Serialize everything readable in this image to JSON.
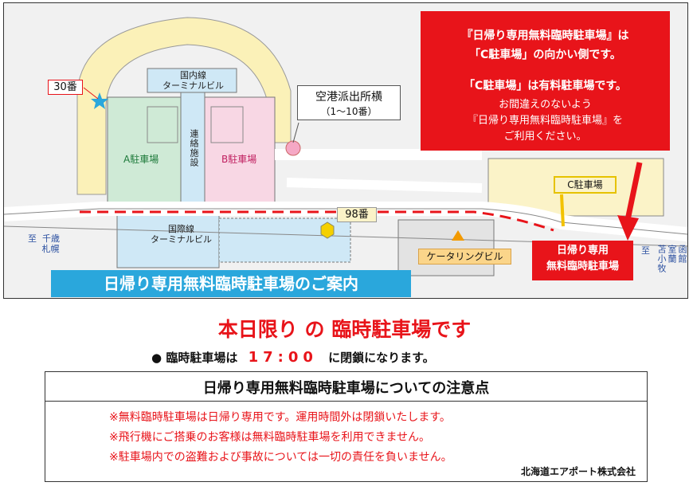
{
  "map": {
    "gate_30": "30番",
    "gate_98": "98番",
    "domestic_terminal": [
      "国内線",
      "ターミナルビル"
    ],
    "intl_terminal": [
      "国際線",
      "ターミナルビル"
    ],
    "connector": "連絡施設",
    "parking_a": "A駐車場",
    "parking_b": "B駐車場",
    "parking_c": "C駐車場",
    "police_box": [
      "空港派出所横",
      "（1～10番）"
    ],
    "catering": "ケータリングビル",
    "dir_left": [
      "至",
      "千歳",
      "札幌"
    ],
    "dir_right_to": "至",
    "dir_right_places": [
      "苫小牧",
      "室蘭",
      "函館"
    ],
    "temp_parking_label": [
      "日帰り専用",
      "無料臨時駐車場"
    ]
  },
  "notice": {
    "line1": "『日帰り専用無料臨時駐車場』は",
    "line2": "「C駐車場」の向かい側です。",
    "line3": "「C駐車場」は有料駐車場です。",
    "line4": "お間違えのないよう",
    "line5": "『日帰り専用無料臨時駐車場』を",
    "line6": "ご利用ください。"
  },
  "banner": "日帰り専用無料臨時駐車場のご案内",
  "headline": "本日限り の 臨時駐車場です",
  "closing": {
    "prefix": "臨時駐車場は",
    "time": "17:00",
    "suffix": "に閉鎖になります。"
  },
  "notes": {
    "title": "日帰り専用無料臨時駐車場についての注意点",
    "items": [
      "※無料臨時駐車場は日帰り専用です。運用時間外は閉鎖いたします。",
      "※飛行機にご搭乗のお客様は無料臨時駐車場を利用できません。",
      "※駐車場内での盗難および事故については一切の責任を負いません。"
    ],
    "company": "北海道エアポート株式会社"
  },
  "colors": {
    "accent_red": "#e8141a",
    "banner_blue": "#2aa7dc",
    "parking_a": "#cfead6",
    "parking_b": "#f8d7e4",
    "terminal": "#cfe8f6",
    "parking_c": "#fbf3c8"
  }
}
